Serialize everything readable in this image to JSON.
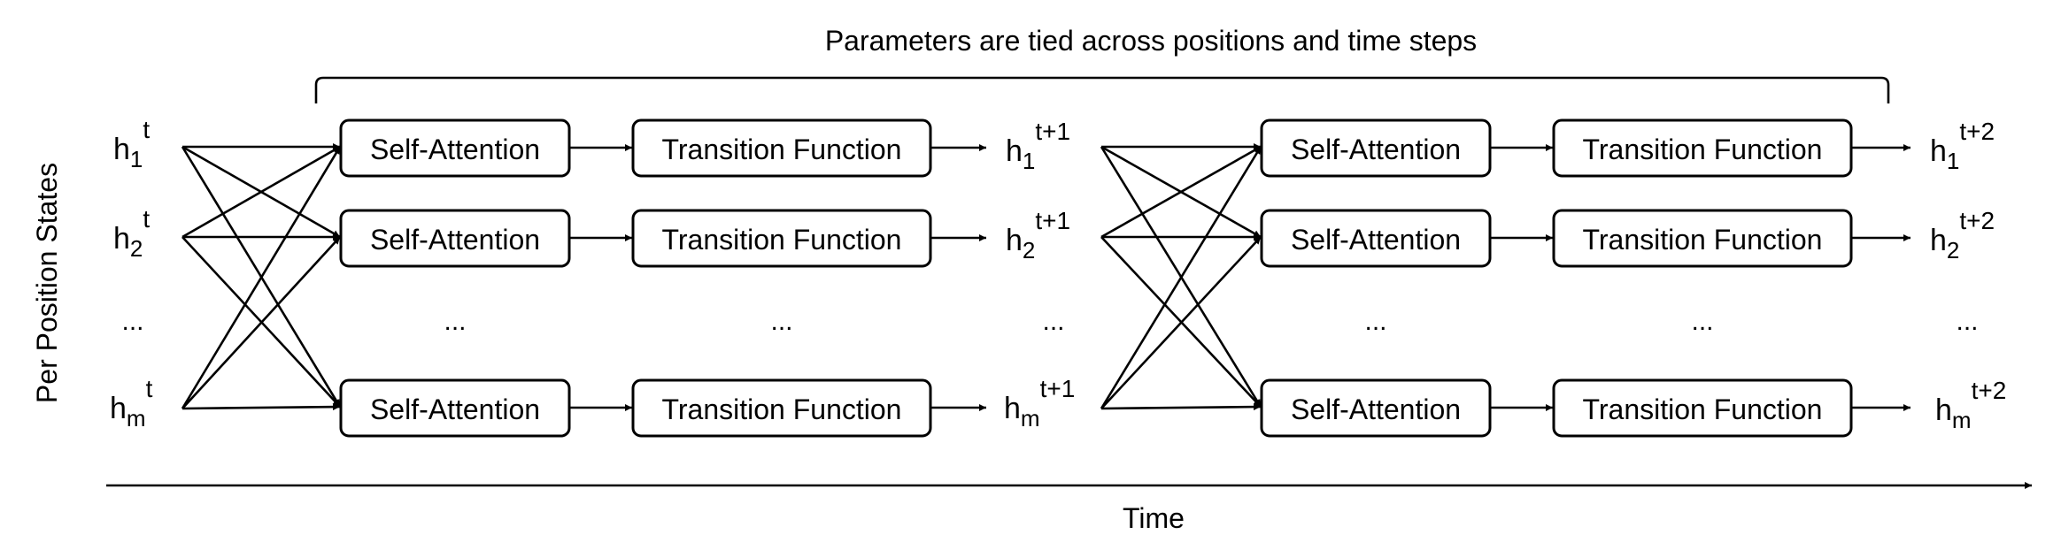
{
  "title": "Parameters are tied across positions and time steps",
  "y_axis_label": "Per Position States",
  "x_axis_label": "Time",
  "ellipsis": "...",
  "box_labels": {
    "attention": "Self-Attention",
    "transition": "Transition Function"
  },
  "states": {
    "base": "h",
    "subscripts": [
      "1",
      "2",
      "m"
    ],
    "time_steps": [
      "t",
      "t+1",
      "t+2"
    ]
  }
}
